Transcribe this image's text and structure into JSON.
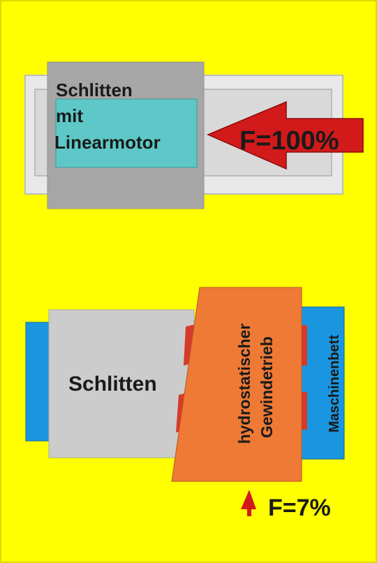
{
  "top_diagram": {
    "carriage_label_line1": "Schlitten",
    "carriage_label_line2": "mit",
    "carriage_label_line3": "Linearmotor",
    "force_label": "F=100%"
  },
  "bottom_diagram": {
    "carriage_label": "Schlitten",
    "drive_label_line1": "hydrostatischer",
    "drive_label_line2": "Gewindetrieb",
    "machine_bed_label": "Maschinenbett",
    "force_label": "F=7%"
  },
  "colors": {
    "background": "#ffff00",
    "carriage_gray": "#a6a6a6",
    "rail_light": "#e6e6e6",
    "motor_cyan": "#5ec8c8",
    "arrow_red": "#d21a1a",
    "drive_orange": "#ee7a36",
    "bed_blue": "#1a96e0",
    "bottom_carriage_gray": "#cccccc",
    "pad_red": "#d63a2a"
  }
}
